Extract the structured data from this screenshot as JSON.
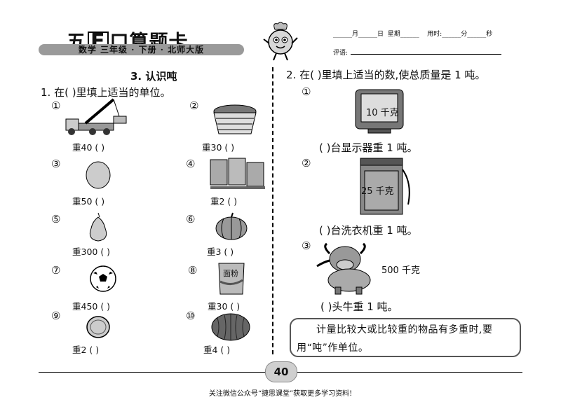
{
  "header": {
    "title_pre": "五",
    "title_e": "E",
    "title_post": "口算题卡",
    "subtitle": "数学  三年级 · 下册 · 北师大版",
    "date_line": "______月______日  星期______    用时:______分______秒",
    "comment_label": "评语:"
  },
  "section_title": "3. 认识吨",
  "q1": {
    "prompt": "1. 在(   )里填上适当的单位。",
    "items": [
      {
        "num": "①",
        "label": "重40 (        )"
      },
      {
        "num": "②",
        "label": "重30 (        )"
      },
      {
        "num": "③",
        "label": "重50 (        )"
      },
      {
        "num": "④",
        "label": "重2 (        )"
      },
      {
        "num": "⑤",
        "label": "重300 (        )"
      },
      {
        "num": "⑥",
        "label": "重3 (        )"
      },
      {
        "num": "⑦",
        "label": "重450 (        )"
      },
      {
        "num": "⑧",
        "label": "重30 (        )"
      },
      {
        "num": "⑨",
        "label": "重2 (        )"
      },
      {
        "num": "⑩",
        "label": "重4 (        )"
      }
    ],
    "flour_bag_text": "面粉"
  },
  "q2": {
    "prompt": "2. 在(    )里填上适当的数,使总质量是 1 吨。",
    "items": [
      {
        "num": "①",
        "image_text": "10 千克",
        "answer": "(      )台显示器重 1 吨。"
      },
      {
        "num": "②",
        "image_text": "25 千克",
        "answer": "(      )台洗衣机重 1 吨。"
      },
      {
        "num": "③",
        "image_text": "500 千克",
        "answer": "(      )头牛重 1 吨。"
      }
    ]
  },
  "tip": "计量比较大或比较重的物品有多重时,要用“吨”作单位。",
  "page_number": "40",
  "footer": "关注微信公众号“捷思课堂”获取更多学习资料!"
}
